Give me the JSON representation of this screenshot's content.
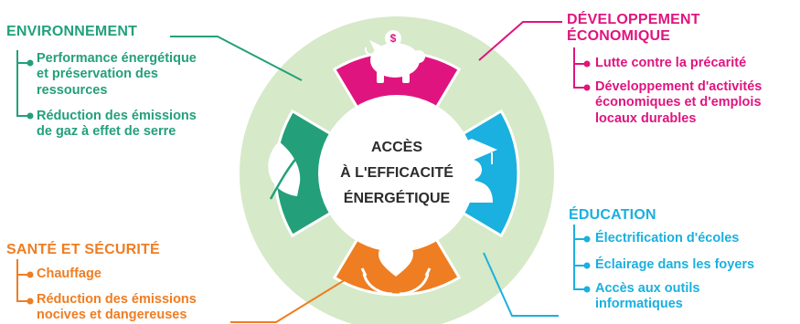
{
  "center": {
    "line1": "ACCÈS",
    "line2": "À L'EFFICACITÉ",
    "line3": "ÉNERGÉTIQUE"
  },
  "colors": {
    "environnement": "#23a07a",
    "economique": "#e0147f",
    "education": "#1ab0df",
    "sante": "#ef7d22",
    "ring": "#d6e9c8",
    "center_text": "#2b2b2b"
  },
  "quadrants": {
    "environnement": {
      "title": "ENVIRONNEMENT",
      "icon": "leaf-icon",
      "items": [
        {
          "line1": "Performance énergétique",
          "line2": "et préservation des",
          "line3": "ressources"
        },
        {
          "line1": "Réduction des émissions",
          "line2": "de gaz à effet de serre"
        }
      ]
    },
    "economique": {
      "title_line1": "DÉVELOPPEMENT",
      "title_line2": "ÉCONOMIQUE",
      "icon": "piggy-bank-icon",
      "items": [
        {
          "line1": "Lutte contre la précarité"
        },
        {
          "line1": "Développement d'activités",
          "line2": "économiques et d'emplois",
          "line3": "locaux durables"
        }
      ]
    },
    "education": {
      "title": "ÉDUCATION",
      "icon": "graduate-icon",
      "items": [
        {
          "line1": "Électrification d'écoles"
        },
        {
          "line1": "Éclairage dans les foyers"
        },
        {
          "line1": "Accès aux outils",
          "line2": "informatiques"
        }
      ]
    },
    "sante": {
      "title": "SANTÉ ET SÉCURITÉ",
      "icon": "heart-hands-icon",
      "items": [
        {
          "line1": "Chauffage"
        },
        {
          "line1": "Réduction des émissions",
          "line2": "nocives et dangereuses"
        }
      ]
    }
  }
}
